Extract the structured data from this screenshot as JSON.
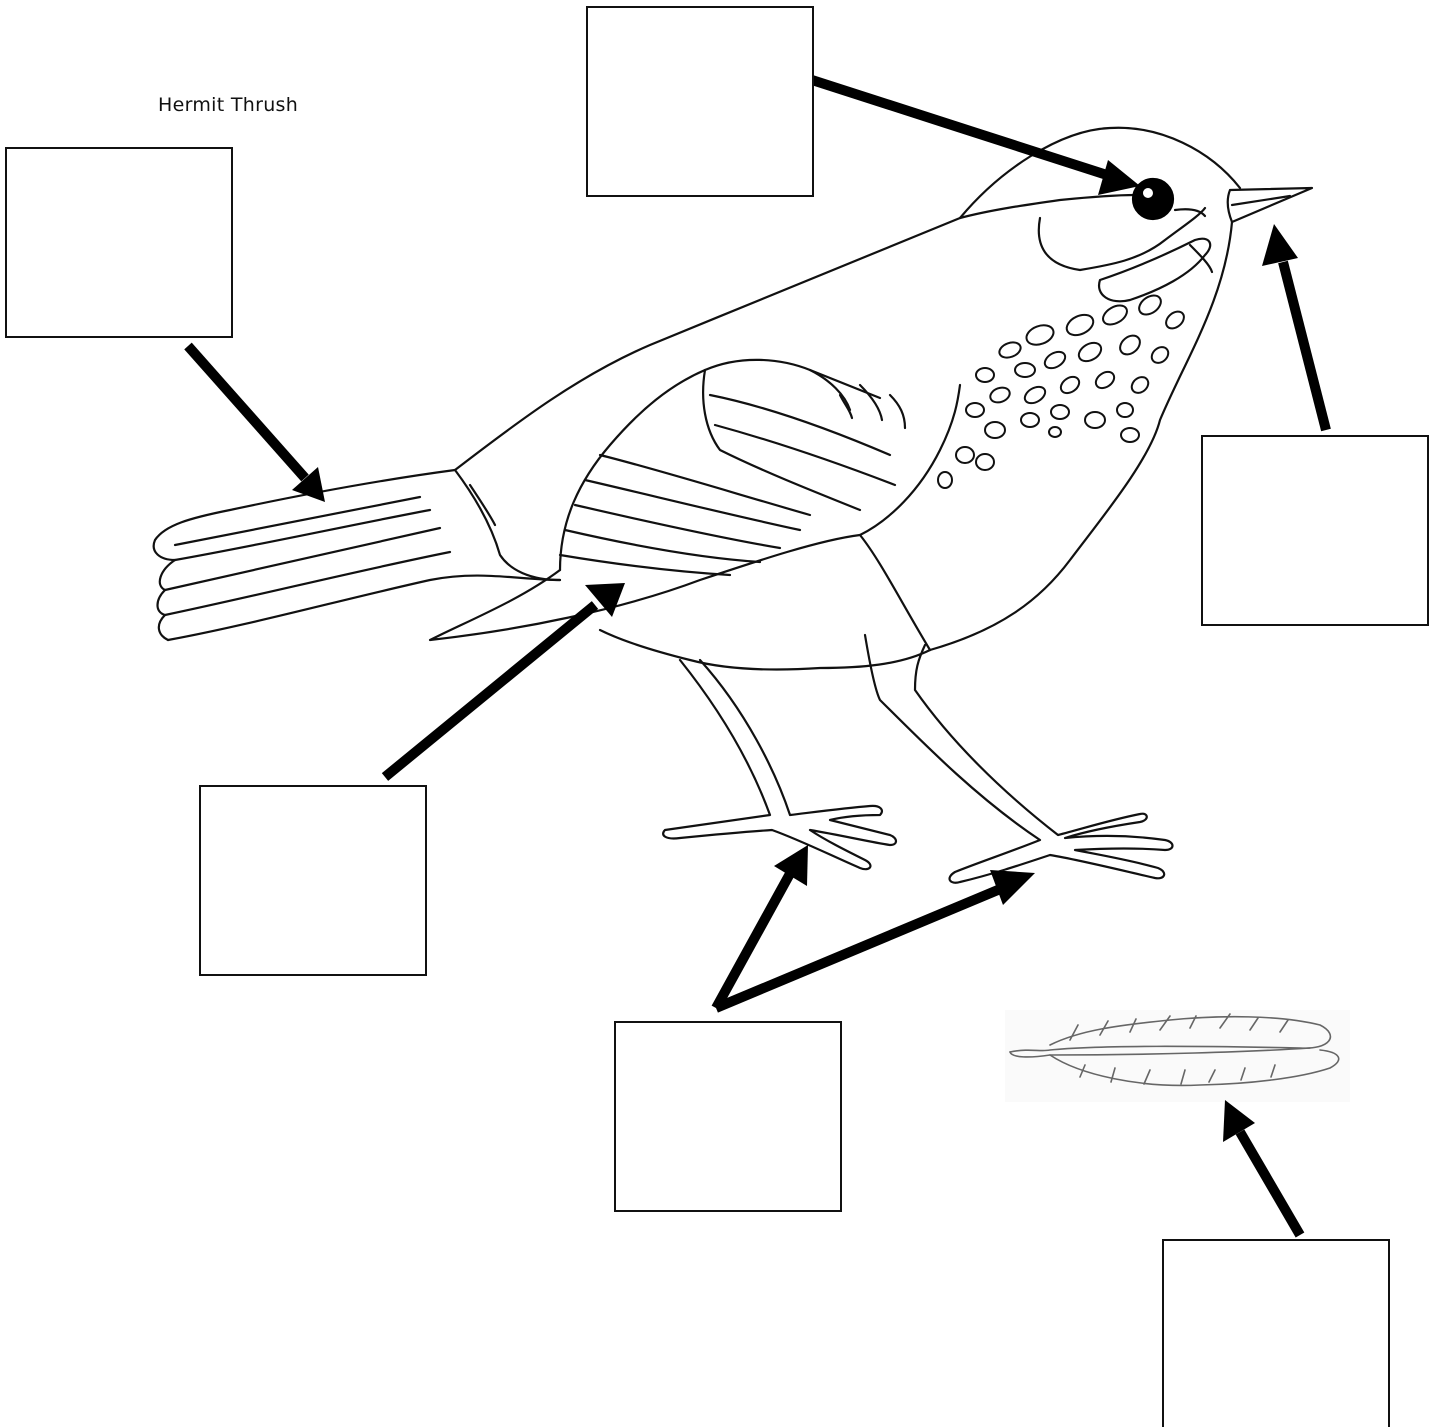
{
  "title": "Hermit Thrush",
  "colors": {
    "line": "#111111",
    "arrow": "#000000",
    "background": "#ffffff"
  },
  "label_boxes": [
    {
      "id": "eye",
      "text": ""
    },
    {
      "id": "tail",
      "text": ""
    },
    {
      "id": "beak",
      "text": ""
    },
    {
      "id": "wing",
      "text": ""
    },
    {
      "id": "feet",
      "text": ""
    },
    {
      "id": "feather",
      "text": ""
    }
  ]
}
